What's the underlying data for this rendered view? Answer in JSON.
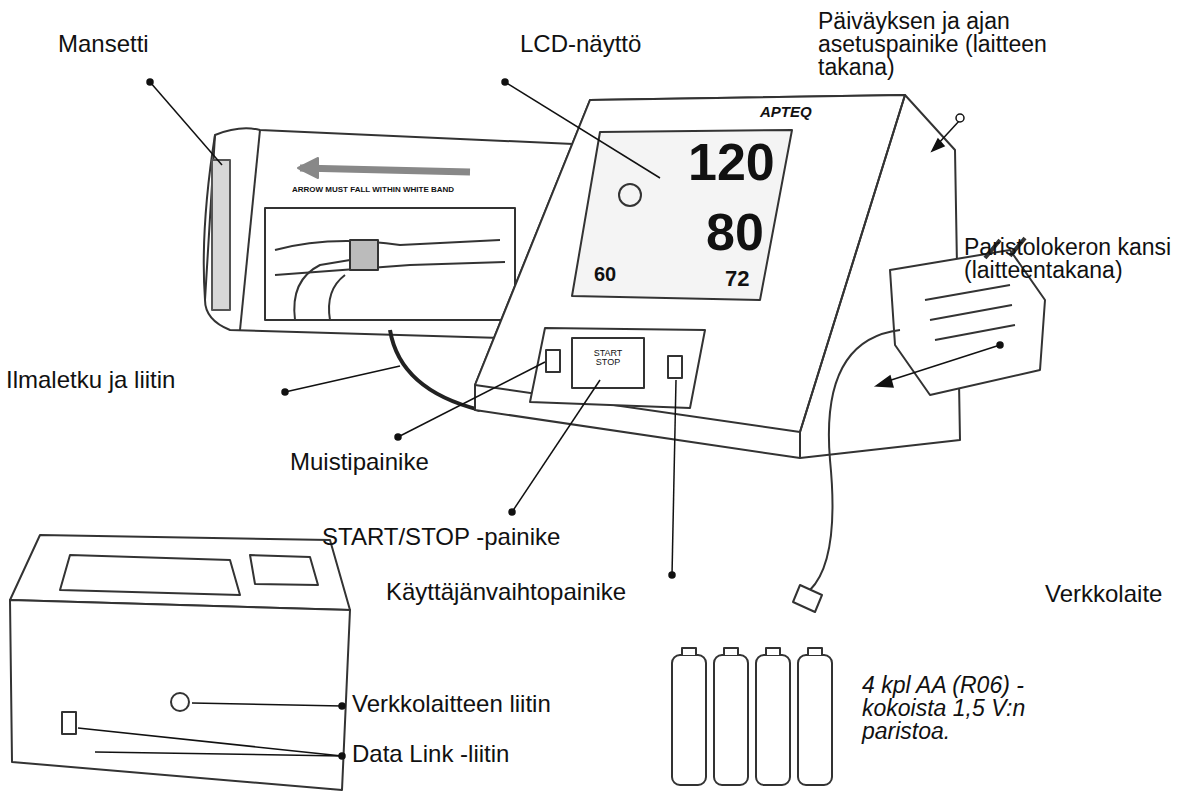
{
  "diagram": {
    "labels": [
      "Mansetti",
      "LCD-näyttö",
      "Päiväyksen ja ajan asetuspainike (laitteen takana)",
      "Paristolokeron kansi (laitteentakana)",
      "Ilmaletku ja liitin",
      "Muistipainike",
      "START/STOP -painike",
      "Käyttäjänvaihtopainike",
      "Verkkolaite",
      "Verkkolaitteen liitin",
      "Data Link -liitin",
      "4 kpl AA (R06) -kokoista 1,5 V:n paristoa.",
      "APTEQ",
      "120",
      "80",
      "72",
      "60",
      "ARROW MUST FALL WITHIN WHITE BAND",
      "START STOP"
    ]
  }
}
